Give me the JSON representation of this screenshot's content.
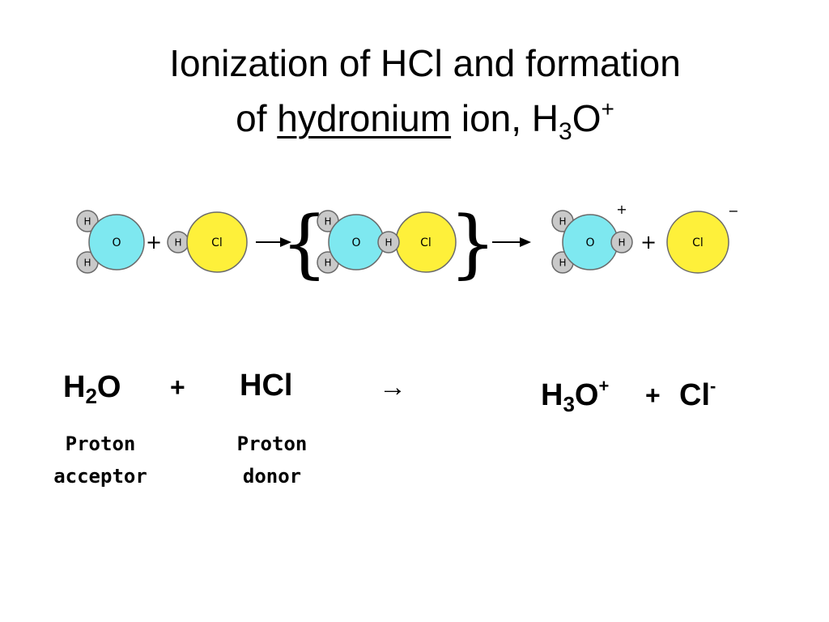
{
  "title": {
    "line1": "Ionization of HCl and formation",
    "of": "of ",
    "underlined": "hydronium",
    "ion_text": " ion, H",
    "sub": "3",
    "o": "O",
    "sup": "+"
  },
  "diagram": {
    "h": "H",
    "o": "O",
    "cl": "Cl",
    "plus": "+",
    "minus": "−",
    "brace_open": "{",
    "brace_close": "}",
    "colors": {
      "oxygen": "#7ee8f0",
      "chlorine": "#fef03a",
      "hydrogen": "#c9c9c9",
      "outline": "#6a6a6a"
    }
  },
  "equation": {
    "h2o_h": "H",
    "h2o_sub": "2",
    "h2o_o": "O",
    "plus1": "+",
    "hcl": "HCl",
    "arrow": "→",
    "h3o_h": "H",
    "h3o_sub": "3",
    "h3o_o": "O",
    "h3o_sup": "+",
    "plus2": "+",
    "cl": "Cl",
    "cl_sup": "-"
  },
  "captions": {
    "acceptor": [
      "Proton",
      "acceptor"
    ],
    "donor": [
      "Proton",
      "donor"
    ]
  }
}
